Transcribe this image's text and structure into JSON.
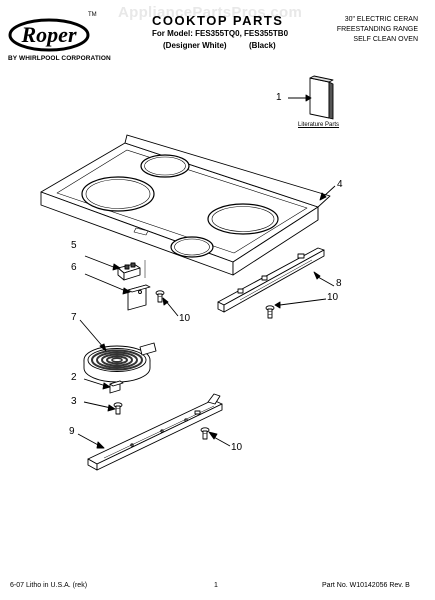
{
  "watermark": "AppliancePartsPros.com",
  "brand": {
    "logo_text": "Roper",
    "trademark": "TM",
    "sub": "BY WHIRLPOOL CORPORATION"
  },
  "header": {
    "title": "COOKTOP PARTS",
    "model_line": "For Model: FES355TQ0, FES355TB0",
    "variant_white": "(Designer White)",
    "variant_black": "(Black)",
    "product_lines": [
      "30\" ELECTRIC CERAN",
      "FREESTANDING RANGE",
      "SELF CLEAN OVEN"
    ]
  },
  "callouts": {
    "c1": "1",
    "c2": "2",
    "c3": "3",
    "c4": "4",
    "c5": "5",
    "c6": "6",
    "c7": "7",
    "c8": "8",
    "c9": "9",
    "c10a": "10",
    "c10b": "10",
    "c10c": "10"
  },
  "literature_label": "Literature Parts",
  "footer": {
    "left": "6-07 Litho in U.S.A. (rek)",
    "page": "1",
    "right": "Part No. W10142056 Rev. B"
  }
}
